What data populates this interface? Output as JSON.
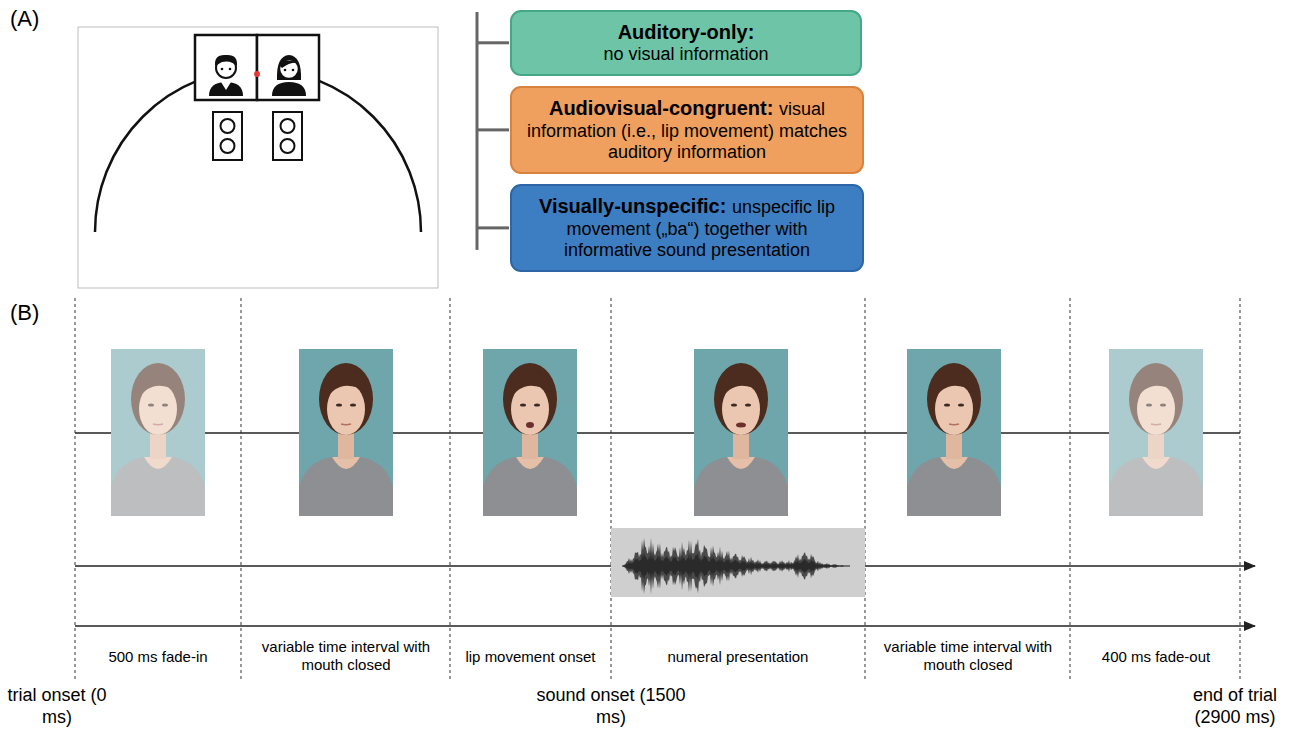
{
  "diagram": {
    "nodes": [
      {
        "text": [
          "Auditory-only:",
          "no visual information"
        ]
      },
      {
        "text": [
          "Audiovisual-congruent:",
          "visual information (i.e., lip movement) matches auditory information"
        ]
      },
      {
        "text": [
          "Visually-unspecific:",
          "unspecific lip movement („ba“) together with informative sound presentation"
        ]
      }
    ],
    "labels": [
      "(A)",
      "(B)",
      "500 ms fade-in",
      "variable time interval with mouth closed",
      "lip movement onset",
      "numeral presentation",
      "variable time interval with mouth closed",
      "400 ms fade-out",
      "trial onset (0 ms)",
      "sound onset (1500 ms)",
      "end of trial (2900 ms)"
    ]
  }
}
